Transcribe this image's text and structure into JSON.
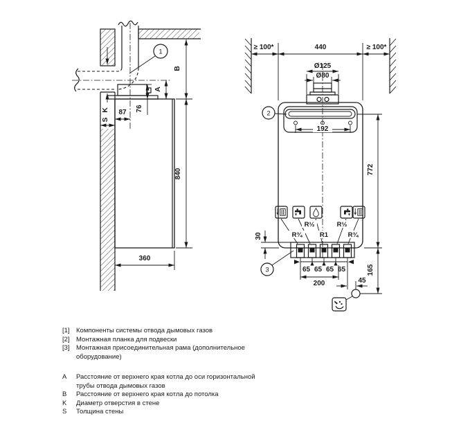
{
  "side_view": {
    "balloon_1": "1",
    "dims": {
      "d87": "87",
      "d76": "76",
      "d840": "840",
      "d360": "360"
    },
    "letters": {
      "A": "A",
      "B": "B",
      "K": "K",
      "S": "S"
    }
  },
  "front_view": {
    "balloon_2": "2",
    "balloon_3": "3",
    "dims": {
      "left_gap": "≥ 100*",
      "width": "440",
      "right_gap": "≥ 100*",
      "flue_outer": "Ø125",
      "flue_inner": "Ø80",
      "bracket_holes": "192",
      "height": "772",
      "below": "165",
      "frame_lip": "30",
      "spacing": [
        "65",
        "65",
        "65",
        "65"
      ],
      "span": "200",
      "drain_offset": "45"
    },
    "connections": [
      "R¾",
      "R½",
      "R1",
      "R½",
      "R¾"
    ]
  },
  "legend": {
    "items": [
      {
        "key": "[1]",
        "line1": "Компоненты системы отвода дымовых газов"
      },
      {
        "key": "[2]",
        "line1": "Монтажная планка для подвески"
      },
      {
        "key": "[3]",
        "line1": "Монтажная присоединительная рама (дополнительное",
        "line2": "оборудование)"
      }
    ],
    "letters": [
      {
        "key": "A",
        "line1": "Расстояние от верхнего края котла до оси горизонтальной",
        "line2": "трубы отвода дымовых газов"
      },
      {
        "key": "B",
        "line1": "Расстояние от верхнего края котла до потолка"
      },
      {
        "key": "K",
        "line1": "Диаметр отверстия в стене"
      },
      {
        "key": "S",
        "line1": "Толщина стены"
      }
    ]
  }
}
